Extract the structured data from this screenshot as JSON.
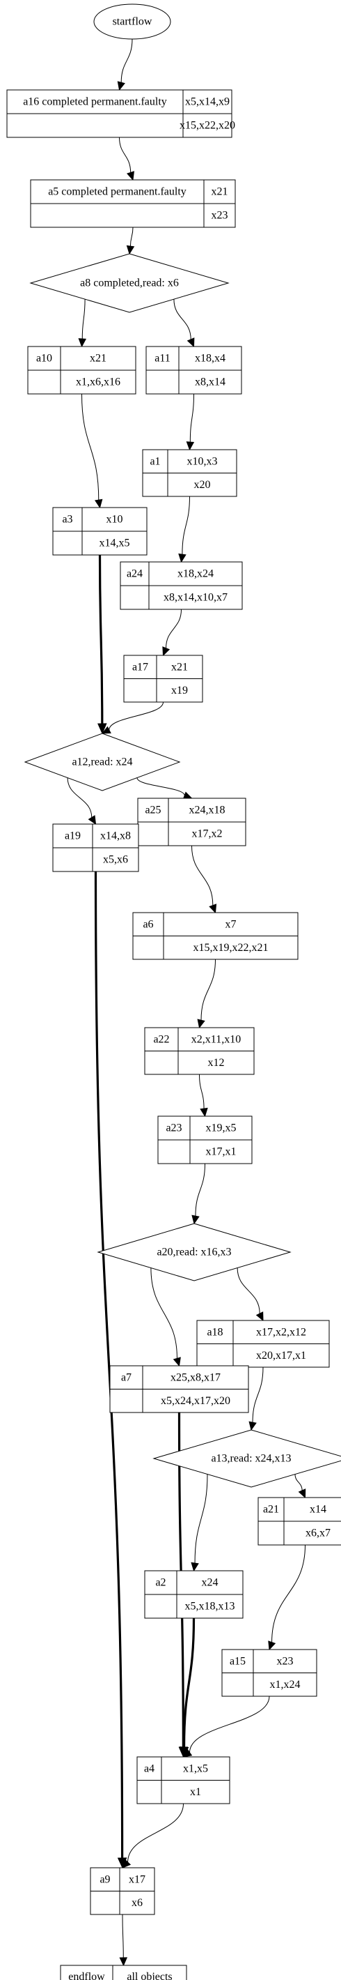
{
  "diagram": {
    "start_label": "startflow",
    "boxes": [
      {
        "id": "a16",
        "label": "a16 completed permanent.faulty",
        "top": "x5,x14,x9",
        "bottom": "x15,x22,x20"
      },
      {
        "id": "a5",
        "label": "a5 completed permanent.faulty",
        "top": "x21",
        "bottom": "x23"
      },
      {
        "id": "a10",
        "label": "a10",
        "top": "x21",
        "bottom": "x1,x6,x16"
      },
      {
        "id": "a11",
        "label": "a11",
        "top": "x18,x4",
        "bottom": "x8,x14"
      },
      {
        "id": "a1",
        "label": "a1",
        "top": "x10,x3",
        "bottom": "x20"
      },
      {
        "id": "a3",
        "label": "a3",
        "top": "x10",
        "bottom": "x14,x5"
      },
      {
        "id": "a24",
        "label": "a24",
        "top": "x18,x24",
        "bottom": "x8,x14,x10,x7"
      },
      {
        "id": "a17",
        "label": "a17",
        "top": "x21",
        "bottom": "x19"
      },
      {
        "id": "a25",
        "label": "a25",
        "top": "x24,x18",
        "bottom": "x17,x2"
      },
      {
        "id": "a19",
        "label": "a19",
        "top": "x14,x8",
        "bottom": "x5,x6"
      },
      {
        "id": "a6",
        "label": "a6",
        "top": "x7",
        "bottom": "x15,x19,x22,x21"
      },
      {
        "id": "a22",
        "label": "a22",
        "top": "x2,x11,x10",
        "bottom": "x12"
      },
      {
        "id": "a23",
        "label": "a23",
        "top": "x19,x5",
        "bottom": "x17,x1"
      },
      {
        "id": "a18",
        "label": "a18",
        "top": "x17,x2,x12",
        "bottom": "x20,x17,x1"
      },
      {
        "id": "a7",
        "label": "a7",
        "top": "x25,x8,x17",
        "bottom": "x5,x24,x17,x20"
      },
      {
        "id": "a21",
        "label": "a21",
        "top": "x14",
        "bottom": "x6,x7"
      },
      {
        "id": "a2",
        "label": "a2",
        "top": "x24",
        "bottom": "x5,x18,x13"
      },
      {
        "id": "a15",
        "label": "a15",
        "top": "x23",
        "bottom": "x1,x24"
      },
      {
        "id": "a4",
        "label": "a4",
        "top": "x1,x5",
        "bottom": "x1"
      },
      {
        "id": "a9",
        "label": "a9",
        "top": "x17",
        "bottom": "x6"
      }
    ],
    "diamonds": [
      {
        "id": "a8",
        "label": "a8 completed,read: x6"
      },
      {
        "id": "a12",
        "label": "a12,read: x24"
      },
      {
        "id": "a20",
        "label": "a20,read: x16,x3"
      },
      {
        "id": "a13",
        "label": "a13,read: x24,x13"
      }
    ],
    "end": {
      "left": "endflow",
      "right": "all objects"
    },
    "edges": [
      {
        "from": "start",
        "to": "a16"
      },
      {
        "from": "a16",
        "to": "a5"
      },
      {
        "from": "a5",
        "to": "a8"
      },
      {
        "from": "a8",
        "to": "a10"
      },
      {
        "from": "a8",
        "to": "a11"
      },
      {
        "from": "a10",
        "to": "a3"
      },
      {
        "from": "a11",
        "to": "a1"
      },
      {
        "from": "a1",
        "to": "a24"
      },
      {
        "from": "a24",
        "to": "a17"
      },
      {
        "from": "a3",
        "to": "a12",
        "bold": true
      },
      {
        "from": "a17",
        "to": "a12"
      },
      {
        "from": "a12",
        "to": "a19"
      },
      {
        "from": "a12",
        "to": "a25"
      },
      {
        "from": "a25",
        "to": "a6"
      },
      {
        "from": "a6",
        "to": "a22"
      },
      {
        "from": "a22",
        "to": "a23"
      },
      {
        "from": "a23",
        "to": "a20"
      },
      {
        "from": "a20",
        "to": "a7"
      },
      {
        "from": "a20",
        "to": "a18"
      },
      {
        "from": "a18",
        "to": "a13"
      },
      {
        "from": "a13",
        "to": "a2"
      },
      {
        "from": "a13",
        "to": "a21"
      },
      {
        "from": "a21",
        "to": "a15"
      },
      {
        "from": "a7",
        "to": "a4",
        "bold": true
      },
      {
        "from": "a2",
        "to": "a4",
        "bold": true
      },
      {
        "from": "a15",
        "to": "a4"
      },
      {
        "from": "a4",
        "to": "a9"
      },
      {
        "from": "a19",
        "to": "a9",
        "bold": true
      },
      {
        "from": "a9",
        "to": "end"
      }
    ]
  }
}
